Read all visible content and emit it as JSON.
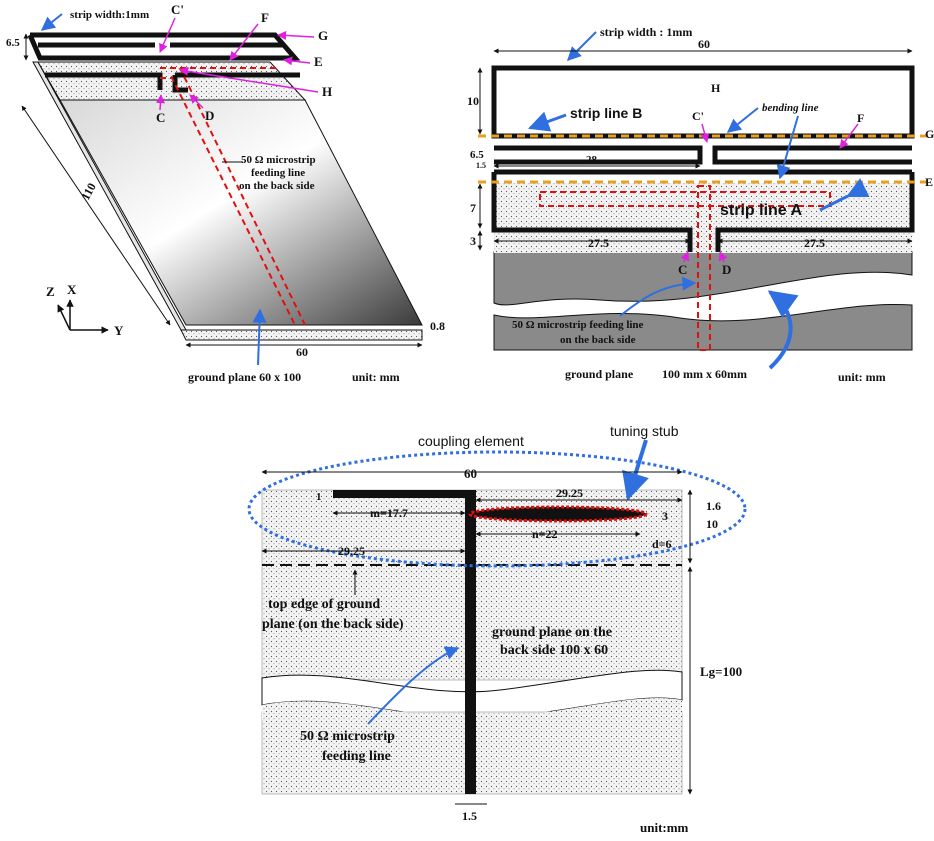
{
  "panel_a": {
    "strip_width": "strip width:1mm",
    "label_c_prime": "C'",
    "label_f": "F",
    "label_g": "G",
    "label_e": "E",
    "label_h": "H",
    "label_c": "C",
    "label_d": "D",
    "dim_6_5": "6.5",
    "dim_110": "110",
    "dim_60": "60",
    "dim_0_8": "0.8",
    "feed_note_1": "50 Ω microstrip",
    "feed_note_2": "feeding line",
    "feed_note_3": "on the back side",
    "axis_z": "Z",
    "axis_x": "X",
    "axis_y": "Y",
    "ground_plane": "ground plane  60 x 100",
    "unit": "unit:  mm"
  },
  "panel_b": {
    "strip_width": "strip width : 1mm",
    "dim_60": "60",
    "label_h": "H",
    "dim_10": "10",
    "strip_line_b": "strip line B",
    "label_c_prime": "C'",
    "bending_line": "bending line",
    "label_f": "F",
    "label_g": "G",
    "dim_6_5": "6.5",
    "dim_1_5": "1.5",
    "dim_28": "28",
    "label_e": "E",
    "dim_7": "7",
    "strip_line_a": "strip line A",
    "dim_3": "3",
    "dim_27_5_left": "27.5",
    "dim_27_5_right": "27.5",
    "label_c": "C",
    "label_d": "D",
    "feed_note_1": "50 Ω microstrip feeding line",
    "feed_note_2": "on the back side",
    "ground_plane": "ground plane",
    "ground_size": "100 mm x 60mm",
    "unit": "unit:  mm"
  },
  "panel_c": {
    "coupling_element": "coupling element",
    "tuning_stub": "tuning stub",
    "dim_60": "60",
    "dim_1": "1",
    "dim_29_25_right": "29.25",
    "dim_1_6": "1.6",
    "dim_m": "m=17.7",
    "dim_n": "n=22",
    "dim_3": "3",
    "dim_10": "10",
    "dim_d": "d=6",
    "dim_29_25_left": "29.25",
    "ground_edge_1": "top edge of ground",
    "ground_edge_2": "plane (on the back side)",
    "ground_back_1": "ground plane on the",
    "ground_back_2": "back side   100  x 60",
    "dim_lg": "Lg=100",
    "feed_1": "50  Ω microstrip",
    "feed_2": "feeding line",
    "dim_1_5": "1.5",
    "unit": "unit:mm"
  },
  "colors": {
    "ink": "#111111",
    "feed_red": "#e01010",
    "accent_blue": "#2f6fe0",
    "marker_magenta": "#e020e0",
    "bend_gold": "#e8a020",
    "ground_gray": "#8a8a8a"
  }
}
